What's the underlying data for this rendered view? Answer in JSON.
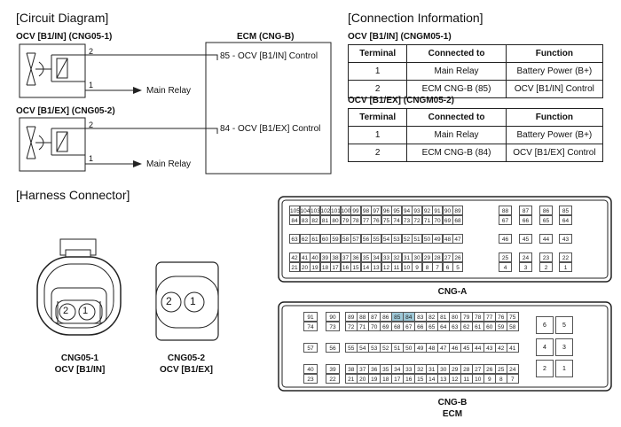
{
  "circuit": {
    "title": "[Circuit Diagram]",
    "ocv1_label": "OCV [B1/IN] (CNG05-1)",
    "ocv2_label": "OCV [B1/EX] (CNG05-2)",
    "ecm_label": "ECM (CNG-B)",
    "ecm_pin1": "85 - OCV [B1/IN] Control",
    "ecm_pin2": "84 - OCV [B1/EX] Control",
    "main_relay_1": "Main Relay",
    "main_relay_2": "Main Relay",
    "term2a": "2",
    "term1a": "1",
    "term2b": "2",
    "term1b": "1"
  },
  "connection": {
    "title": "[Connection Information]",
    "tables": [
      {
        "label": "OCV [B1/IN] (CNGM05-1)",
        "headers": [
          "Terminal",
          "Connected to",
          "Function"
        ],
        "rows": [
          [
            "1",
            "Main Relay",
            "Battery Power (B+)"
          ],
          [
            "2",
            "ECM CNG-B (85)",
            "OCV [B1/IN] Control"
          ]
        ]
      },
      {
        "label": "OCV [B1/EX] (CNGM05-2)",
        "headers": [
          "Terminal",
          "Connected to",
          "Function"
        ],
        "rows": [
          [
            "1",
            "Main Relay",
            "Battery Power (B+)"
          ],
          [
            "2",
            "ECM CNG-B (84)",
            "OCV [B1/EX] Control"
          ]
        ]
      }
    ]
  },
  "harness": {
    "title": "[Harness Connector]",
    "cng051_name": "CNG05-1",
    "cng051_sub": "OCV [B1/IN]",
    "cng052_name": "CNG05-2",
    "cng052_sub": "OCV [B1/EX]",
    "cnga_label": "CNG-A",
    "cngb_label": "CNG-B",
    "cngb_sub": "ECM",
    "pin_a": "1",
    "pin_b": "2"
  },
  "cnga_rows": [
    [
      "105",
      "104",
      "103",
      "102",
      "101",
      "100",
      "99",
      "98",
      "97",
      "96",
      "95",
      "94",
      "93",
      "92",
      "91",
      "90",
      "89"
    ],
    [
      "84",
      "83",
      "82",
      "81",
      "80",
      "79",
      "78",
      "77",
      "76",
      "75",
      "74",
      "73",
      "72",
      "71",
      "70",
      "69",
      "68"
    ],
    [
      "63",
      "62",
      "61",
      "60",
      "59",
      "58",
      "57",
      "56",
      "55",
      "54",
      "53",
      "52",
      "51",
      "50",
      "49",
      "48",
      "47"
    ],
    [
      "42",
      "41",
      "40",
      "39",
      "38",
      "37",
      "36",
      "35",
      "34",
      "33",
      "32",
      "31",
      "30",
      "29",
      "28",
      "27",
      "26"
    ],
    [
      "21",
      "20",
      "19",
      "18",
      "17",
      "16",
      "15",
      "14",
      "13",
      "12",
      "11",
      "10",
      "9",
      "8",
      "7",
      "6",
      "5"
    ]
  ],
  "cnga_side": [
    [
      "88",
      "87",
      "86",
      "85"
    ],
    [
      "67",
      "66",
      "65",
      "64"
    ],
    [
      "46",
      "45",
      "44",
      "43"
    ],
    [
      "25",
      "24",
      "23",
      "22"
    ],
    [
      "4",
      "3",
      "2",
      "1"
    ]
  ],
  "cngb_rows": [
    [
      "91",
      "90",
      "89",
      "88",
      "87",
      "86",
      "85",
      "84",
      "83",
      "82",
      "81",
      "80",
      "79",
      "78",
      "77",
      "76",
      "75"
    ],
    [
      "74",
      "73",
      "72",
      "71",
      "70",
      "69",
      "68",
      "67",
      "66",
      "65",
      "64",
      "63",
      "62",
      "61",
      "60",
      "59",
      "58"
    ],
    [
      "57",
      "56",
      "55",
      "54",
      "53",
      "52",
      "51",
      "50",
      "49",
      "48",
      "47",
      "46",
      "45",
      "44",
      "43",
      "42",
      "41"
    ],
    [
      "40",
      "39",
      "38",
      "37",
      "36",
      "35",
      "34",
      "33",
      "32",
      "31",
      "30",
      "29",
      "28",
      "27",
      "26",
      "25",
      "24"
    ],
    [
      "23",
      "22",
      "21",
      "20",
      "19",
      "18",
      "17",
      "16",
      "15",
      "14",
      "13",
      "12",
      "11",
      "10",
      "9",
      "8",
      "7"
    ]
  ],
  "cngb_highlight": [
    "85",
    "84"
  ],
  "cngb_side": [
    [
      "6",
      "5"
    ],
    [
      "4",
      "3"
    ],
    [
      "2",
      "1"
    ]
  ],
  "colors": {
    "highlight": "#9fc9d8",
    "line": "#222222"
  }
}
